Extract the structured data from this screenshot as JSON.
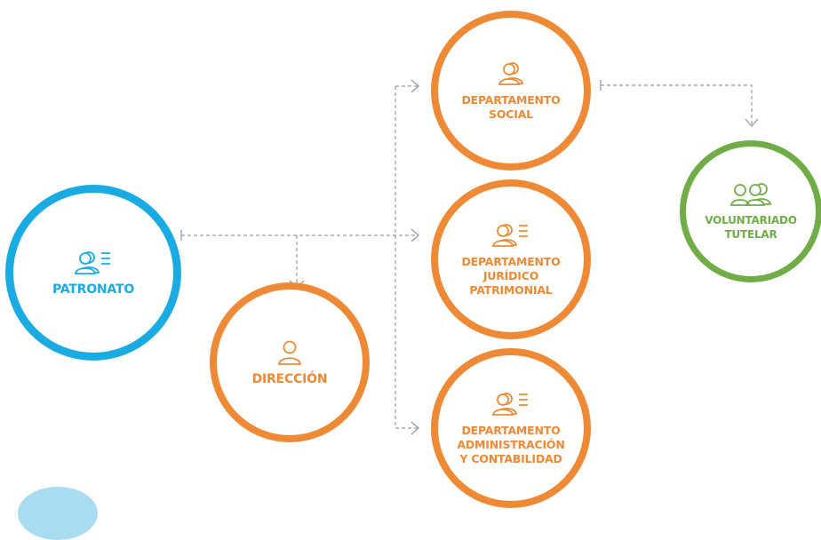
{
  "colors": {
    "blue": "#1aabe3",
    "orange": "#ee8a35",
    "green": "#70ad47",
    "connector": "#9a9a9a"
  },
  "nodes": {
    "patronato": {
      "lines": [
        "PATRONATO"
      ],
      "icon": "group-list-icon"
    },
    "direccion": {
      "lines": [
        "DIRECCIÓN"
      ],
      "icon": "person-icon"
    },
    "social": {
      "lines": [
        "DEPARTAMENTO",
        "SOCIAL"
      ],
      "icon": "group-icon"
    },
    "juridico": {
      "lines": [
        "DEPARTAMENTO",
        "JURÍDICO",
        "PATRIMONIAL"
      ],
      "icon": "group-list-icon"
    },
    "admin": {
      "lines": [
        "DEPARTAMENTO",
        "ADMINISTRACIÓN",
        "Y CONTABILIDAD"
      ],
      "icon": "group-list-icon"
    },
    "voluntariado": {
      "lines": [
        "VOLUNTARIADO",
        "TUTELAR"
      ],
      "icon": "crowd-icon"
    }
  },
  "connections": [
    {
      "from": "patronato",
      "to": "direccion"
    },
    {
      "from": "patronato",
      "to": "juridico"
    },
    {
      "from": "patronato",
      "to": "social"
    },
    {
      "from": "patronato",
      "to": "admin"
    },
    {
      "from": "social",
      "to": "voluntariado"
    }
  ]
}
